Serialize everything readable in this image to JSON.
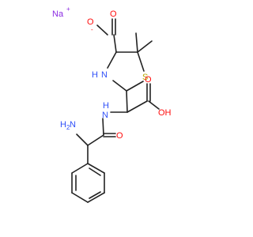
{
  "molecule": {
    "atoms": {
      "sodium": "Na",
      "sodium_charge": "+",
      "carboxylate_o1": "O",
      "carboxylate_o1_charge": "-",
      "carboxylate_o2": "O",
      "sulfur": "S",
      "ring_nh": "H",
      "ring_n": "N",
      "acid_o_carbonyl": "O",
      "acid_oh": "OH",
      "amide_nh": "H",
      "amide_n": "N",
      "amine_h2": "H",
      "amine_h2_sub": "2",
      "amine_n": "N",
      "amide_o": "O"
    },
    "colors": {
      "carbon_bond": "#222222",
      "oxygen": "#ff0d0d",
      "nitrogen": "#3050f8",
      "sulfur": "#b8a800",
      "sodium": "#8a2be2"
    }
  }
}
